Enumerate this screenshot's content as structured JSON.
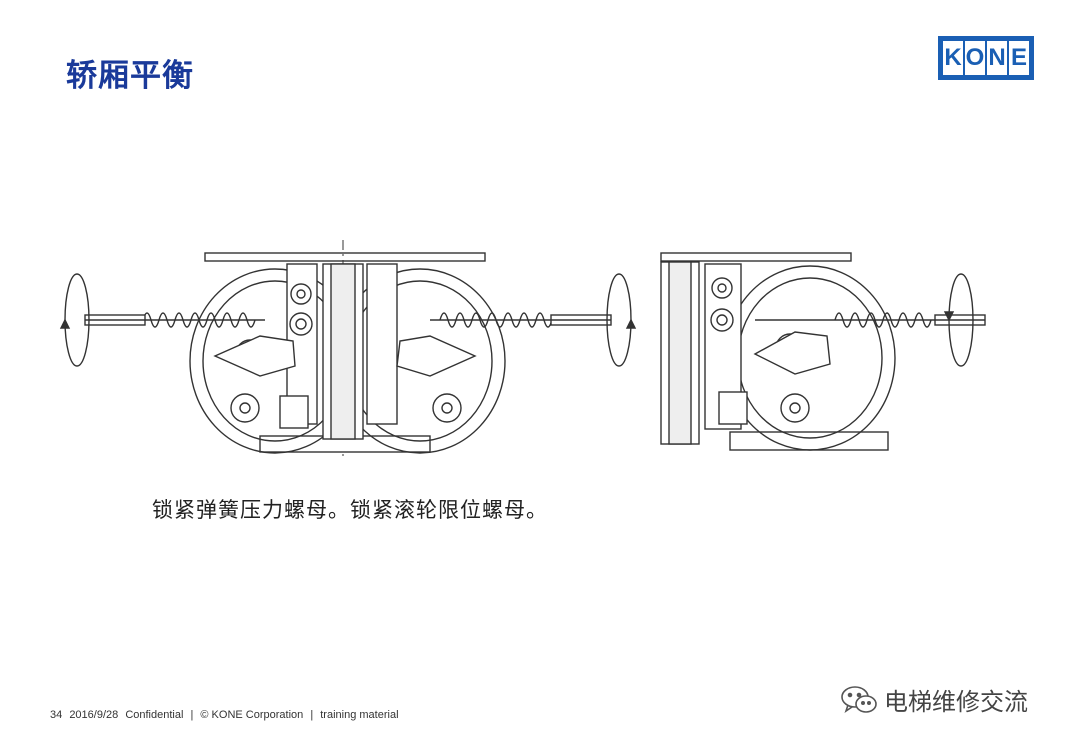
{
  "slide": {
    "title": "轿厢平衡",
    "caption": "锁紧弹簧压力螺母。锁紧滚轮限位螺母。"
  },
  "logo": {
    "letters": [
      "K",
      "O",
      "N",
      "E"
    ],
    "color": "#1a5fb4"
  },
  "footer": {
    "page_number": "34",
    "date": "2016/9/28",
    "confidential": "Confidential",
    "sep1": "|",
    "copyright": "© KONE Corporation",
    "sep2": "|",
    "material": "training material"
  },
  "watermark": {
    "icon": "wechat-icon",
    "text": "电梯维修交流"
  },
  "colors": {
    "title": "#1a3a9a",
    "line": "#333333"
  }
}
